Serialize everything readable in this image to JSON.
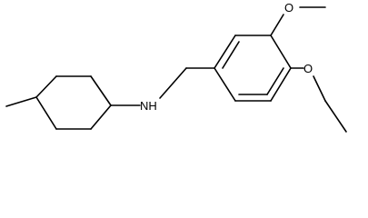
{
  "molecule": {
    "atom_labels": {
      "amine": "NH",
      "methoxy_oxygen": "O",
      "ethoxy_oxygen": "O"
    }
  },
  "colors": {
    "bond": "#000000",
    "label": "#000000",
    "background": "#ffffff"
  }
}
